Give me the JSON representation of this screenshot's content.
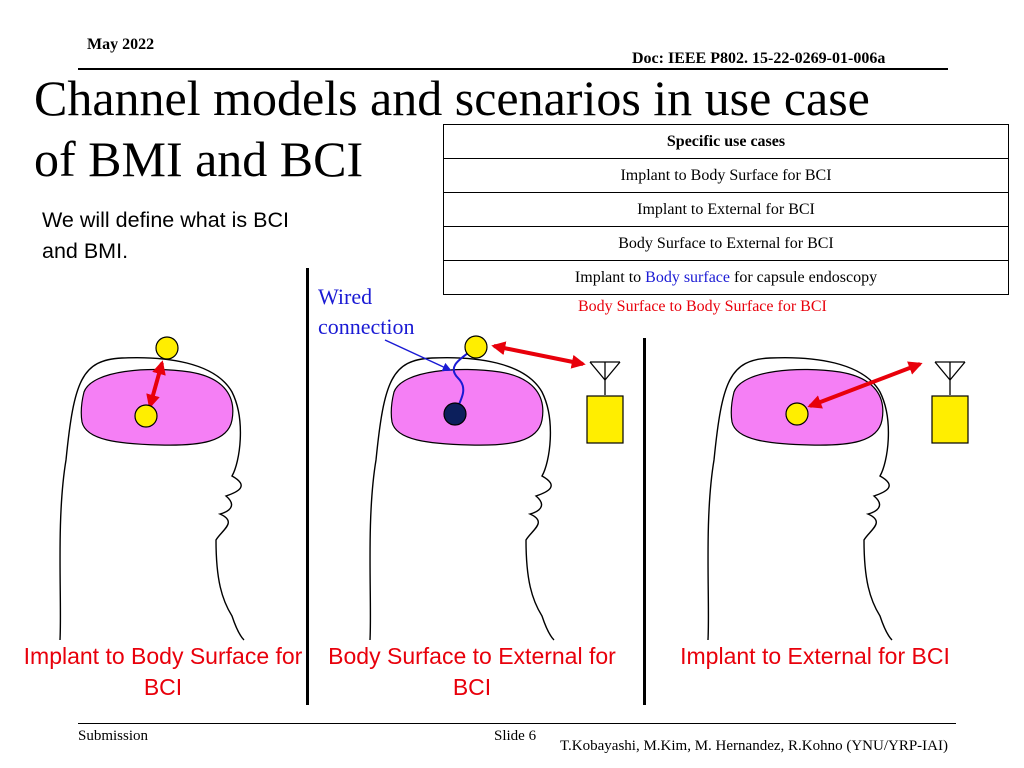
{
  "header": {
    "date": "May 2022",
    "doc_id": "Doc: IEEE P802. 15-22-0269-01-006a"
  },
  "title": "Channel models and scenarios in use case of BMI and BCI",
  "intro": "We will define what is BCI and BMI.",
  "use_case_table": {
    "header": "Specific use cases",
    "rows": [
      "Implant to Body Surface for BCI",
      "Implant to External for BCI",
      "Body Surface to External for BCI"
    ],
    "last_row": {
      "prefix": "Implant to ",
      "highlight": "Body surface",
      "suffix": " for capsule endoscopy"
    },
    "extra_note": "Body Surface to Body Surface for BCI"
  },
  "diagram": {
    "wired_label": "Wired connection",
    "captions": [
      "Implant to Body Surface for BCI",
      "Body Surface to External for BCI",
      "Implant to External for BCI"
    ]
  },
  "footer": {
    "submission": "Submission",
    "slide": "Slide 6",
    "authors": "T.Kobayashi, M.Kim, M. Hernandez, R.Kohno (YNU/YRP-IAI)"
  },
  "colors": {
    "brain": "#f57ff5",
    "node": "#ffee00",
    "arrow": "#e8000b",
    "wire": "#1a1ad4",
    "implant_dark": "#0c1f5c"
  }
}
